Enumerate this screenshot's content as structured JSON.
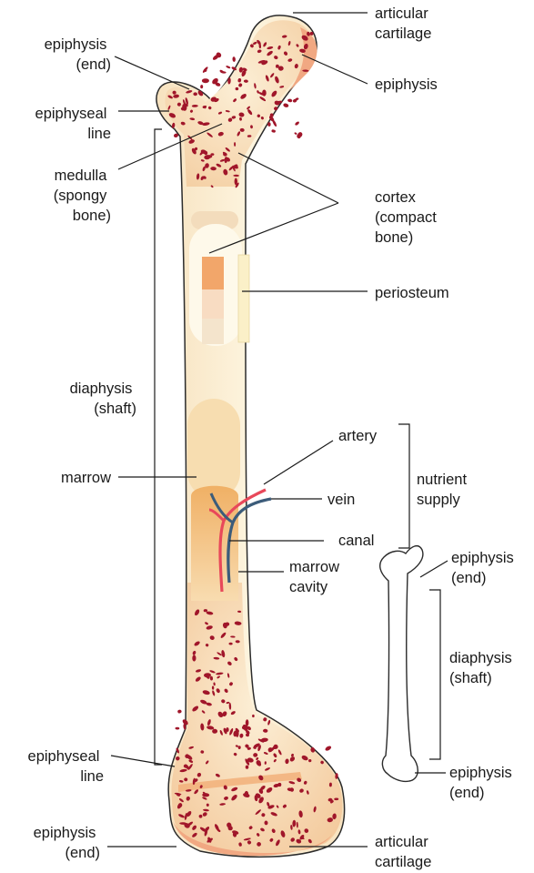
{
  "labels": {
    "articular_cartilage_top": [
      "articular",
      "cartilage"
    ],
    "epiphysis_end_top": [
      "epiphysis",
      "(end)"
    ],
    "epiphysis_top_right": "epiphysis",
    "epiphyseal_line_top": [
      "epiphyseal",
      "line"
    ],
    "medulla": [
      "medulla",
      "(spongy",
      "bone)"
    ],
    "cortex": [
      "cortex",
      "(compact",
      "bone)"
    ],
    "periosteum": "periosteum",
    "diaphysis_left": [
      "diaphysis",
      "(shaft)"
    ],
    "artery": "artery",
    "marrow": "marrow",
    "vein": "vein",
    "nutrient_supply": [
      "nutrient",
      "supply"
    ],
    "canal": "canal",
    "marrow_cavity": [
      "marrow",
      "cavity"
    ],
    "small_epiphysis_top": [
      "epiphysis",
      "(end)"
    ],
    "small_diaphysis": [
      "diaphysis",
      "(shaft)"
    ],
    "small_epiphysis_bottom": [
      "epiphysis",
      "(end)"
    ],
    "epiphyseal_line_bottom": [
      "epiphyseal",
      "line"
    ],
    "epiphysis_end_bottom": [
      "epiphysis",
      "(end)"
    ],
    "articular_cartilage_bottom": [
      "articular",
      "cartilage"
    ]
  },
  "colors": {
    "bone_outer": "#f6d9b4",
    "bone_inner": "#fbeed2",
    "shaft_light": "#fdf6e1",
    "cartilage": "#f1a882",
    "spongy_spots": "#a0162a",
    "marrow": "#f4c07a",
    "artery": "#e8485a",
    "vein": "#3c5c7a",
    "outline": "#2b2b2b"
  }
}
